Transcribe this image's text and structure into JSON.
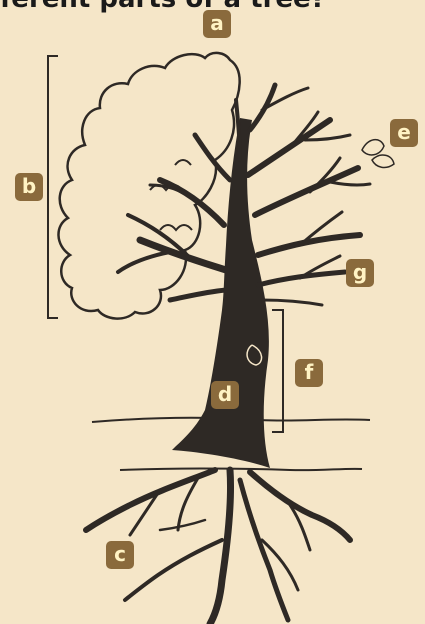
{
  "title_fragment": "ferent parts of a tree?",
  "labels": {
    "a": "a",
    "b": "b",
    "c": "c",
    "d": "d",
    "e": "e",
    "f": "f",
    "g": "g"
  },
  "colors": {
    "background": "#f5e6c8",
    "tree": "#2e2925",
    "label_fill": "#8a6a3c",
    "label_text": "#fff3c4"
  }
}
